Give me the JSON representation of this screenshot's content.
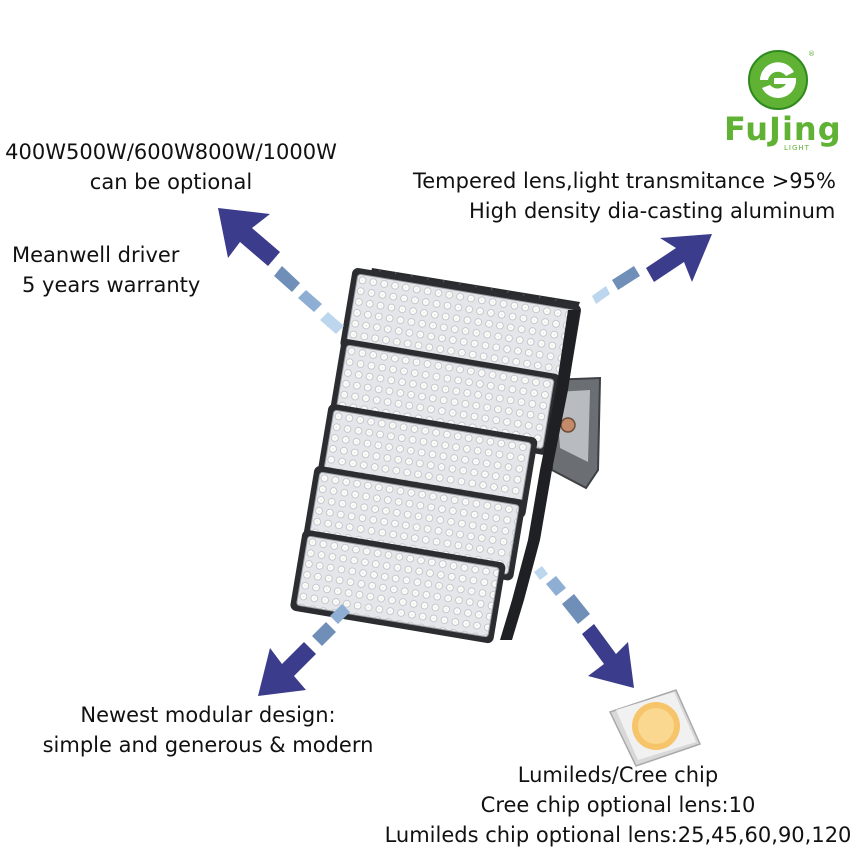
{
  "brand": {
    "name": "FuJing",
    "sub": "LIGHT",
    "mark": "®",
    "colors": {
      "green": "#5fb233",
      "dark_green": "#2e8a1f"
    }
  },
  "callouts": {
    "power": {
      "line1": "400W500W/600W800W/1000W",
      "line2": "can be optional"
    },
    "driver": {
      "line1": "Meanwell driver",
      "line2": "5 years warranty"
    },
    "lens": {
      "line1": "Tempered lens,light transmitance >95%",
      "line2": "High density dia-casting aluminum"
    },
    "design": {
      "line1": "Newest modular design:",
      "line2": "simple and generous & modern"
    },
    "chip": {
      "line1": "Lumileds/Cree chip",
      "line2": "Cree chip optional lens:10",
      "line3": "Lumileds chip optional lens:25,45,60,90,120"
    }
  },
  "product": {
    "module_count": 5,
    "leds_per_row": 18,
    "led_rows": 5
  },
  "arrow_colors": {
    "head": "#3b3c8c",
    "mid": "#6f8fb8",
    "tail": "#a8c8e8"
  },
  "icons": [
    "fujing-logo-icon",
    "arrow-up-left-icon",
    "arrow-up-right-icon",
    "arrow-down-left-icon",
    "arrow-down-right-icon",
    "led-chip-icon"
  ]
}
